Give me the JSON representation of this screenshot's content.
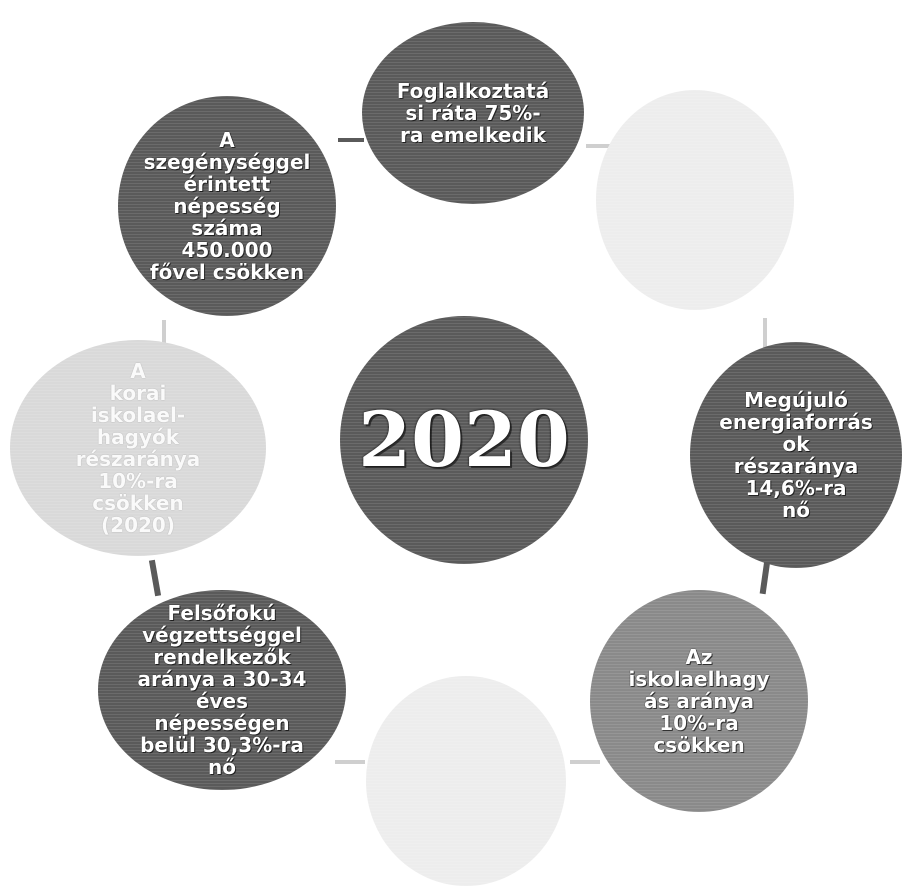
{
  "diagram": {
    "center": {
      "label": "2020"
    },
    "nodes": [
      {
        "id": "employment",
        "label": "Foglalkoztatá\nsi ráta 75%-\nra emelkedik",
        "tone": "dark"
      },
      {
        "id": "top-right",
        "label": "",
        "tone": "faint"
      },
      {
        "id": "renewable",
        "label": "Megújuló\nenergiaforrás\nok\nrészaránya\n14,6%-ra\nnő",
        "tone": "dark"
      },
      {
        "id": "dropout",
        "label": "Az\niskolaelhagy\nás aránya\n10%-ra\ncsökken",
        "tone": "mid"
      },
      {
        "id": "bottom",
        "label": "",
        "tone": "faint"
      },
      {
        "id": "tertiary",
        "label": "Felsőfokú\nvégzettséggel\nrendelkezők\naránya a 30-34\néves\nnépességen\nbelül 30,3%-ra\nnő",
        "tone": "dark"
      },
      {
        "id": "left",
        "label": "A\nkorai\niskolael-\nhagyók\nrészaránya\n10%-ra\ncsökken\n(2020)",
        "tone": "light"
      },
      {
        "id": "poverty",
        "label": "A\nszegénységgel\nérintett\nnépesség\nszáma\n450.000\nfővel csökken",
        "tone": "dark"
      }
    ]
  }
}
